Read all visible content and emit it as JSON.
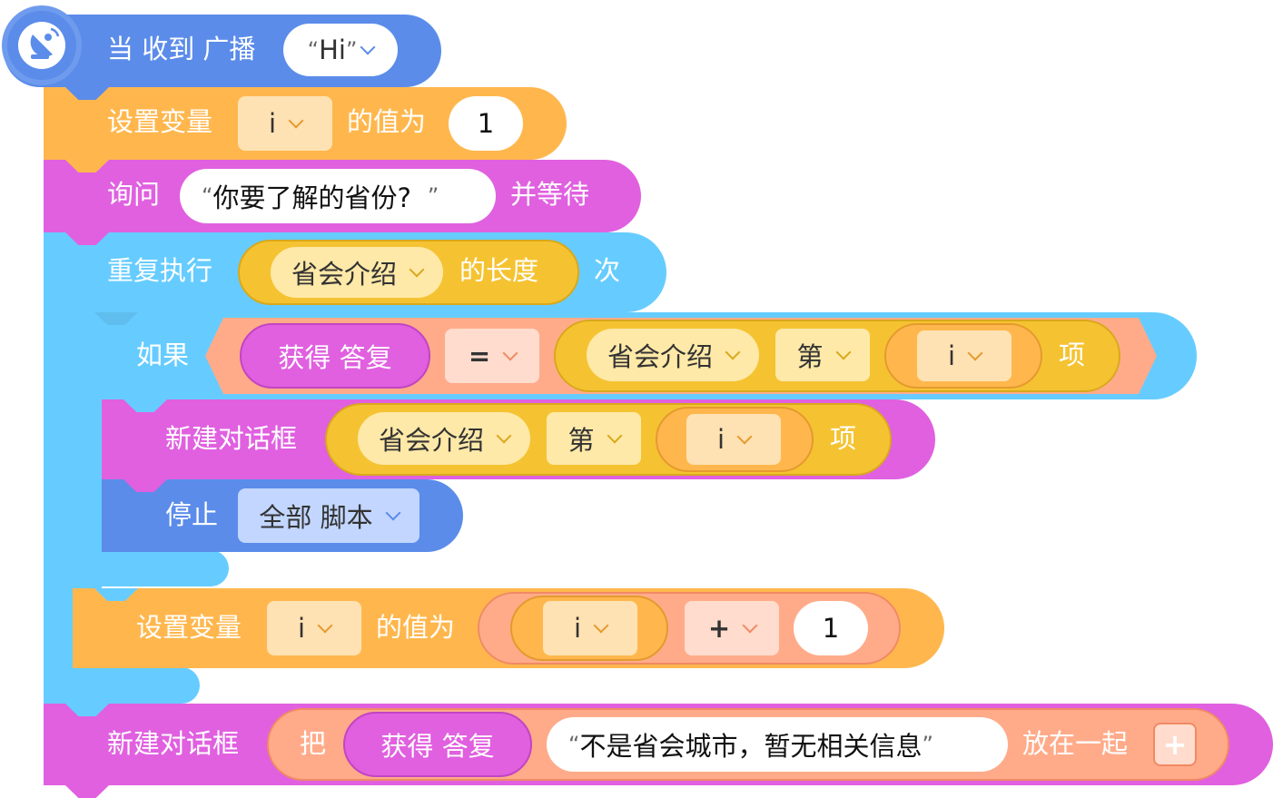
{
  "hat": {
    "label": "当 收到 广播",
    "message": "Hi",
    "icon": "broadcast-icon"
  },
  "set_var_1": {
    "label": "设置变量",
    "var": "i",
    "mid": "的值为",
    "value": "1"
  },
  "ask": {
    "label": "询问",
    "question": "你要了解的省份?",
    "suffix": "并等待"
  },
  "repeat": {
    "label": "重复执行",
    "list": "省会介绍",
    "length_label": "的长度",
    "suffix": "次"
  },
  "if_block": {
    "label": "如果",
    "answer": "获得 答复",
    "operator": "=",
    "list": "省会介绍",
    "index_label": "第",
    "index_var": "i",
    "item_label": "项"
  },
  "dialog_1": {
    "label": "新建对话框",
    "list": "省会介绍",
    "index_label": "第",
    "index_var": "i",
    "item_label": "项"
  },
  "stop": {
    "label": "停止",
    "option": "全部 脚本"
  },
  "set_var_2": {
    "label": "设置变量",
    "var": "i",
    "mid": "的值为",
    "left_var": "i",
    "operator": "+",
    "right_value": "1"
  },
  "dialog_2": {
    "label": "新建对话框",
    "join_label": "把",
    "answer": "获得 答复",
    "text": "不是省会城市，暂无相关信息",
    "join_suffix": "放在一起",
    "add": "+"
  },
  "colors": {
    "events": "#5B8CEA",
    "variables": "#FFB74D",
    "variables_dark": "#E59A2F",
    "sensing": "#E060E0",
    "control": "#66CCFF",
    "operators": "#FFAB8A",
    "lists": "#F5C332",
    "stop": "#5B8CEA"
  }
}
